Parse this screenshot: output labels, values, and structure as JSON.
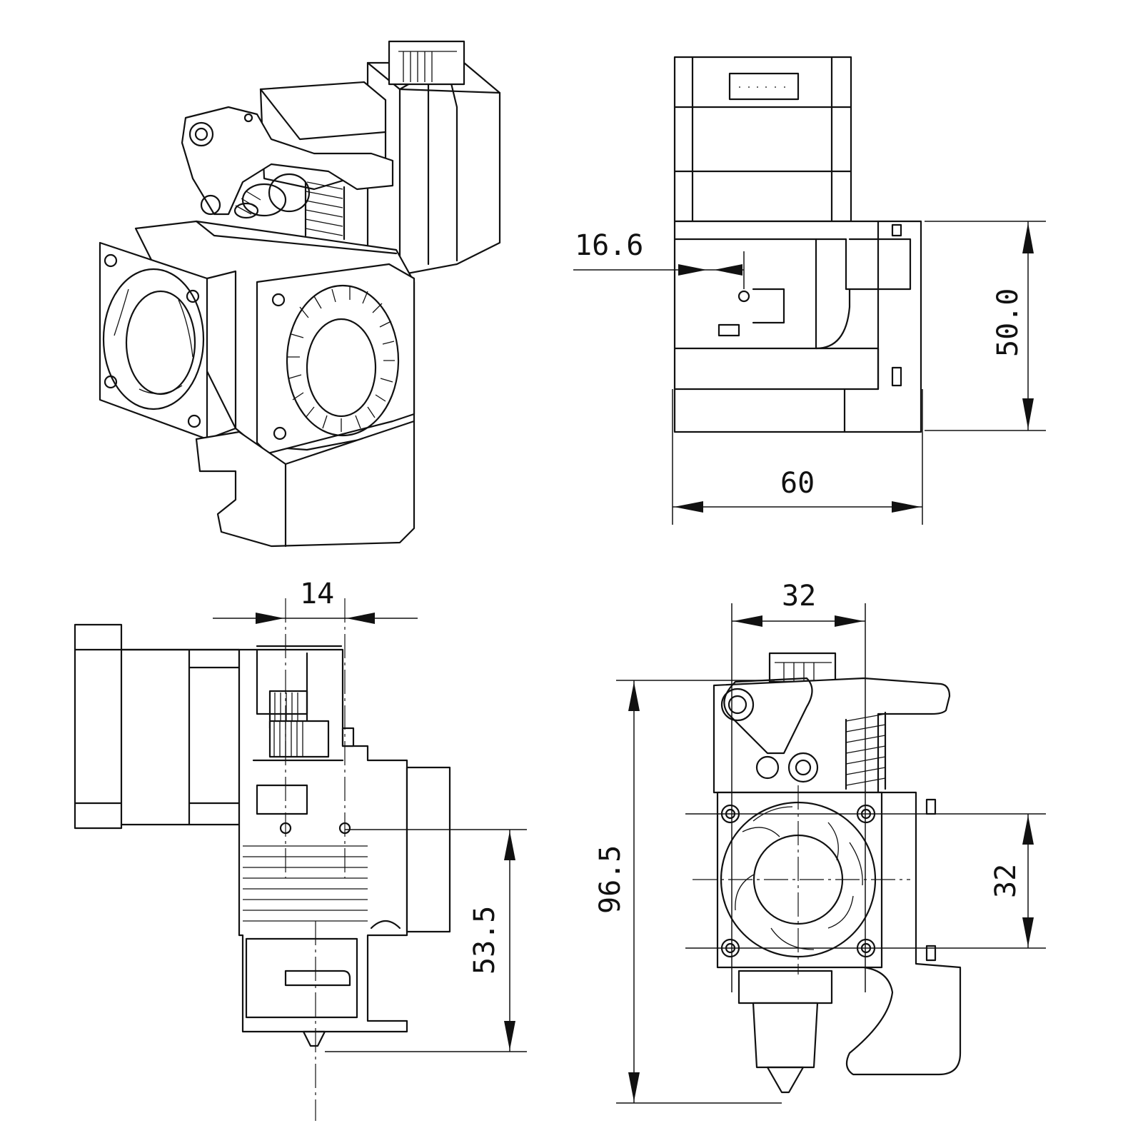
{
  "dimensions": {
    "top_view_offset": "16.6",
    "top_view_height": "50.0",
    "top_view_width": "60",
    "side_view_offset": "14",
    "side_view_height": "53.5",
    "front_view_hole_spacing_h": "32",
    "front_view_hole_spacing_v": "32",
    "front_view_total_height": "96.5"
  }
}
